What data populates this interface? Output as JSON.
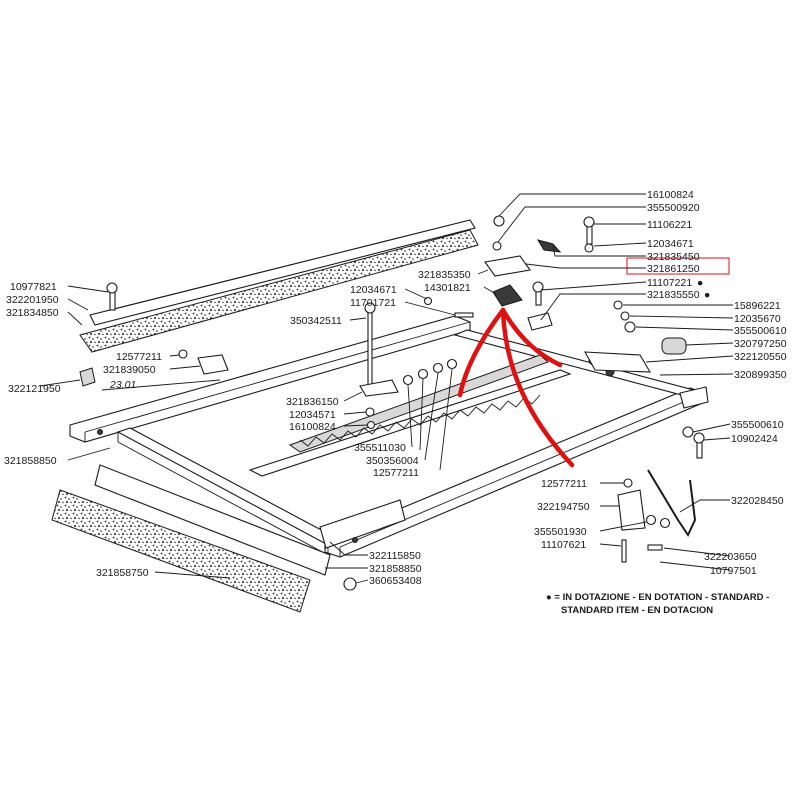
{
  "diagram": {
    "highlight_color": "#e01010",
    "labels": {
      "p16100824": "16100824",
      "p355500920": "355500920",
      "p11106221": "11106221",
      "p12034671_top": "12034671",
      "p321835450": "321835450",
      "p321861250": "321861250",
      "p321835350": "321835350",
      "p11107221_top": "11107221",
      "p14301821": "14301821",
      "p321835550": "321835550",
      "p12034671_mid": "12034671",
      "p11701721": "11701721",
      "p350342511": "350342511",
      "p15896221": "15896221",
      "p12035670": "12035670",
      "p355500610_top": "355500610",
      "p320797250": "320797250",
      "p322120550": "322120550",
      "p320899350": "320899350",
      "p10977821": "10977821",
      "p322201950": "322201950",
      "p321834850": "321834850",
      "p12577211_left": "12577211",
      "p321839050": "321839050",
      "p322121950": "322121950",
      "p23_01": "23.01",
      "p321836150": "321836150",
      "p12034571": "12034571",
      "p16100824_mid": "16100824",
      "p355511030": "355511030",
      "p350356004": "350356004",
      "p12577211_mid": "12577211",
      "p355500610_right": "355500610",
      "p10902424": "10902424",
      "p321858850_left": "321858850",
      "p12577211_right": "12577211",
      "p322028450": "322028450",
      "p322194750": "322194750",
      "p355501930": "355501930",
      "p11107621": "11107621",
      "p322203650": "322203650",
      "p10797501": "10797501",
      "p322115850": "322115850",
      "p321858850_bottom": "321858850",
      "p360653408": "360653408",
      "p321858750": "321858750",
      "standard_marker": "●"
    },
    "note_line1": "● = IN DOTAZIONE - EN DOTATION - STANDARD -",
    "note_line2": "STANDARD ITEM - EN DOTACION"
  }
}
